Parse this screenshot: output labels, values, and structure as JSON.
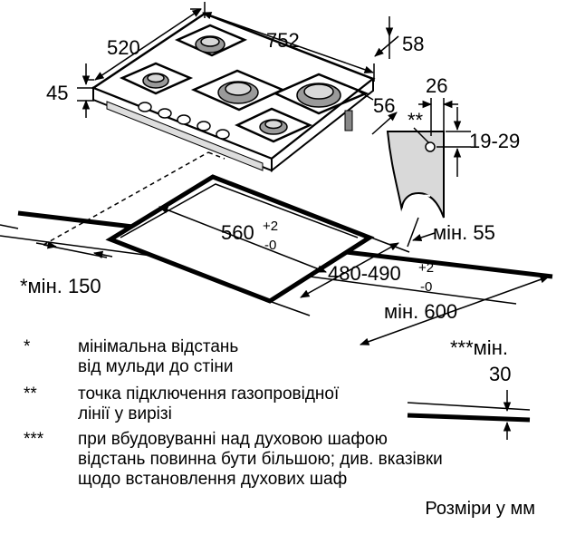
{
  "dimensions": {
    "depth": "520",
    "width": "752",
    "back_offset": "58",
    "height": "45",
    "side_offset": "56",
    "connector_offset": "26",
    "connector_marker": "**",
    "connector_height": "19-29",
    "cutout_width_base": "560",
    "cutout_width_tol_plus": "+2",
    "cutout_width_tol_minus": "-0",
    "cutout_depth_base": "480-490",
    "cutout_depth_tol_plus": "+2",
    "cutout_depth_tol_minus": "-0",
    "min_front": "мін. 55",
    "min_wall": "*мін. 150",
    "min_worktop": "мін. 600",
    "min_above_prefix": "***мін.",
    "min_above_value": "30"
  },
  "legend": [
    {
      "mark": "*",
      "lines": [
        "мінімальна відстань",
        "від мульди до стіни"
      ]
    },
    {
      "mark": "**",
      "lines": [
        "точка підключення газопровідної",
        "лінії у вирізі"
      ]
    },
    {
      "mark": "***",
      "lines": [
        "при вбудовуванні над духовою шафою",
        "відстань повинна бути більшою; див. вказівки",
        "щодо встановлення духових шаф"
      ]
    }
  ],
  "units_note": "Розміри у мм"
}
